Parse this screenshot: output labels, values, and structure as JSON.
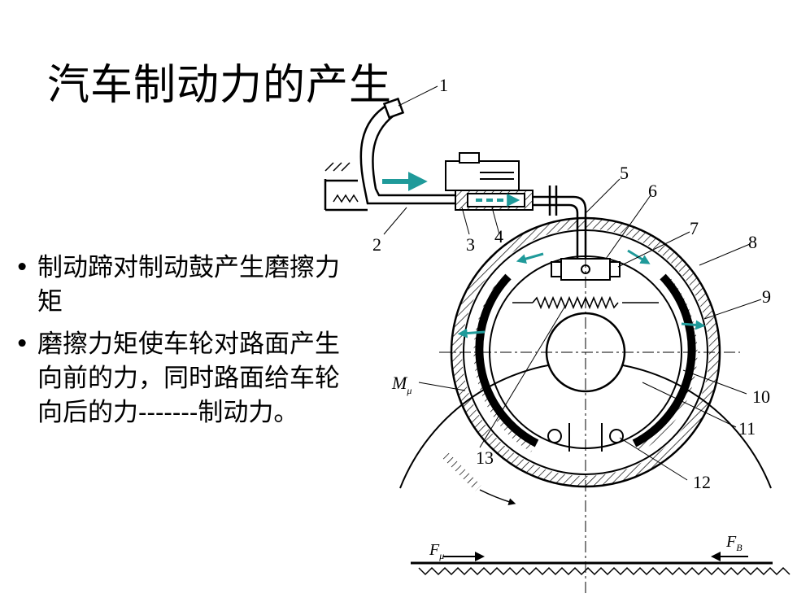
{
  "title": "汽车制动力的产生",
  "bullets": [
    {
      "marker": "•",
      "text": "制动蹄对制动鼓产生磨擦力矩"
    },
    {
      "marker": "•",
      "text": "磨擦力矩使车轮对路面产生向前的力，同时路面给车轮向后的力-------制动力。"
    }
  ],
  "diagram": {
    "part_labels": [
      "1",
      "2",
      "3",
      "4",
      "5",
      "6",
      "7",
      "8",
      "9",
      "10",
      "11",
      "12",
      "13"
    ],
    "moment_label": "M",
    "moment_subscript": "μ",
    "road_force_left": "F",
    "road_force_left_sub": "μ",
    "road_force_right": "F",
    "road_force_right_sub": "B",
    "arrow_color": "#1f9a9a"
  }
}
